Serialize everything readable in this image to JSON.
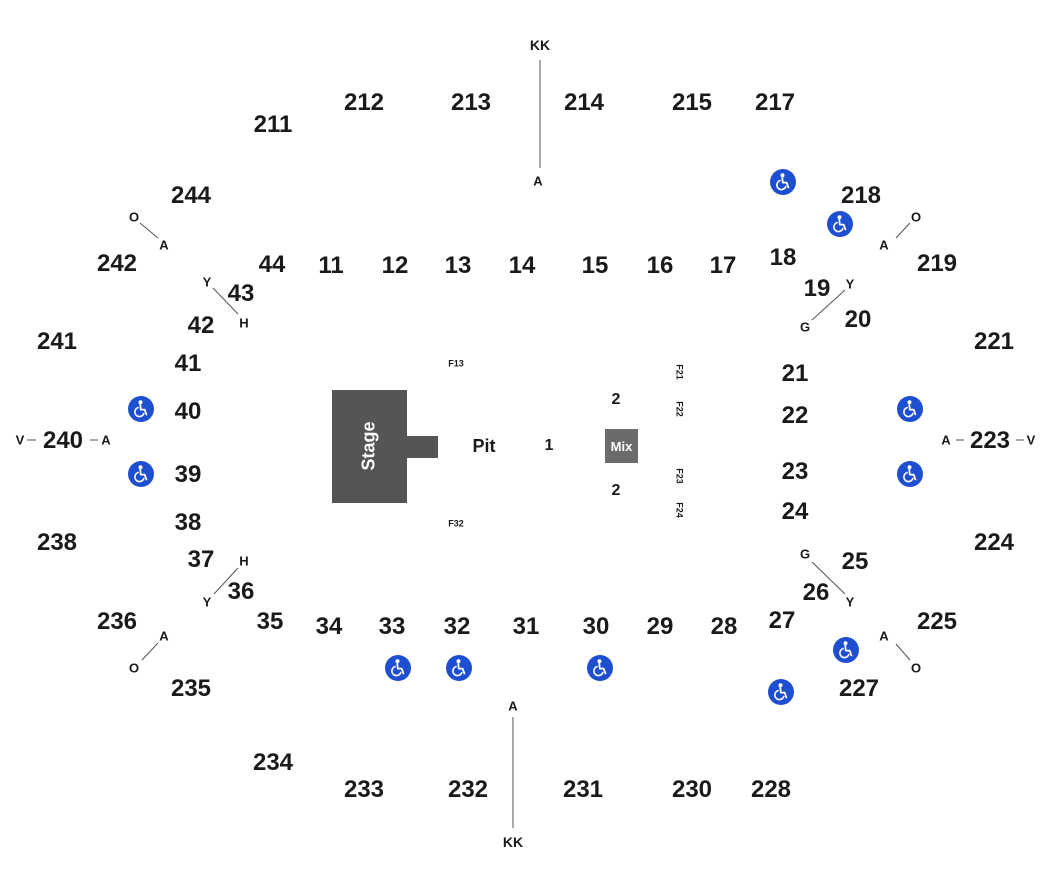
{
  "colors": {
    "background": "#ffffff",
    "text": "#1a1a1a",
    "stage": "#555555",
    "mix": "#6b6b6b",
    "accessible": "#1f4fd1",
    "line": "#555555"
  },
  "icons": {
    "accessible": "wheelchair-icon"
  },
  "stage": {
    "label": "Stage"
  },
  "floor": {
    "pit": "Pit",
    "zone_1": "1",
    "zone_2_top": "2",
    "zone_2_bottom": "2",
    "mix": "Mix",
    "f13": "F13",
    "f32": "F32",
    "f21": "F21",
    "f22": "F22",
    "f23": "F23",
    "f24": "F24"
  },
  "lower_sections": {
    "s11": "11",
    "s12": "12",
    "s13": "13",
    "s14": "14",
    "s15": "15",
    "s16": "16",
    "s17": "17",
    "s18": "18",
    "s19": "19",
    "s20": "20",
    "s21": "21",
    "s22": "22",
    "s23": "23",
    "s24": "24",
    "s25": "25",
    "s26": "26",
    "s27": "27",
    "s28": "28",
    "s29": "29",
    "s30": "30",
    "s31": "31",
    "s32": "32",
    "s33": "33",
    "s34": "34",
    "s35": "35",
    "s36": "36",
    "s37": "37",
    "s38": "38",
    "s39": "39",
    "s40": "40",
    "s41": "41",
    "s42": "42",
    "s43": "43",
    "s44": "44"
  },
  "upper_sections": {
    "s211": "211",
    "s212": "212",
    "s213": "213",
    "s214": "214",
    "s215": "215",
    "s217": "217",
    "s218": "218",
    "s219": "219",
    "s221": "221",
    "s223": "223",
    "s224": "224",
    "s225": "225",
    "s227": "227",
    "s228": "228",
    "s230": "230",
    "s231": "231",
    "s232": "232",
    "s233": "233",
    "s234": "234",
    "s235": "235",
    "s236": "236",
    "s238": "238",
    "s240": "240",
    "s241": "241",
    "s242": "242",
    "s244": "244"
  },
  "row_markers": {
    "top_kk": "KK",
    "top_a": "A",
    "bottom_a": "A",
    "bottom_kk": "KK",
    "nw_o": "O",
    "nw_a": "A",
    "ne_o": "O",
    "ne_a": "A",
    "sw_a": "A",
    "sw_o": "O",
    "se_a": "A",
    "se_o": "O",
    "w_v": "V",
    "w_a": "A",
    "e_a": "A",
    "e_v": "V",
    "nwl_y": "Y",
    "nwl_h": "H",
    "swl_h": "H",
    "swl_y": "Y",
    "nel_y": "Y",
    "nel_g": "G",
    "sel_g": "G",
    "sel_y": "Y"
  }
}
